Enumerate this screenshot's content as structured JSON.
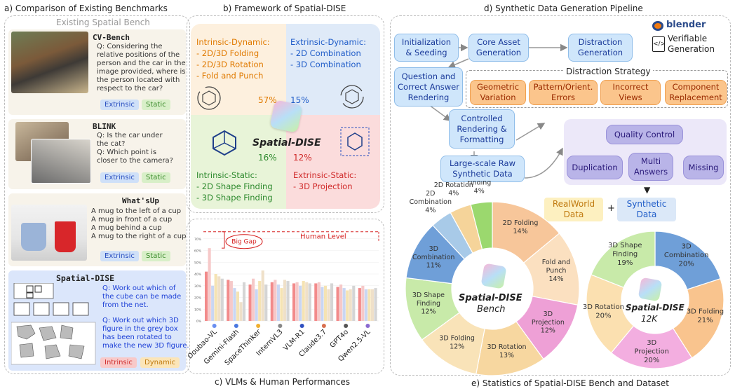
{
  "panel_a": {
    "title": "a) Comparison of Existing Benchmarks",
    "subtitle": "Existing Spatial Bench",
    "items": [
      {
        "name": "CV-Bench",
        "lines": [
          "Q: Considering the",
          "relative positions of the",
          "person and the car in the",
          "image provided, where is",
          "the person located with",
          "respect to the car?"
        ],
        "tags": [
          "Extrinsic",
          "Static"
        ]
      },
      {
        "name": "BLINK",
        "lines": [
          "Q: Is the car under",
          "the cat?",
          "Q: Which point is",
          "closer to the camera?"
        ],
        "tags": [
          "Extrinsic",
          "Static"
        ]
      },
      {
        "name": "What'sUp",
        "lines": [
          "A mug to the left of a cup",
          "A mug in front of a cup",
          "A mug behind a cup",
          "A mug to the right of a cup"
        ],
        "tags": [
          "Extrinsic",
          "Static"
        ]
      },
      {
        "name": "Spatial-DISE",
        "lines": [
          "Q: Work out which of",
          "the cube can be made",
          "from the net.",
          "",
          "Q: Work out which 3D",
          "figure in the grey box",
          "has been rotated to",
          "make the new 3D figure."
        ],
        "tags": [
          "Intrinsic",
          "Dynamic"
        ]
      }
    ]
  },
  "panel_b": {
    "title": "b) Framework of Spatial-DISE",
    "center": "Spatial-DISE",
    "quadrants": [
      {
        "title": "Intrinsic-Dynamic:",
        "items": [
          "- 2D/3D Folding",
          "- 2D/3D Rotation",
          "- Fold and Punch"
        ],
        "pct": "57%"
      },
      {
        "title": "Extrinsic-Dynamic:",
        "items": [
          "- 2D Combination",
          "- 3D Combination"
        ],
        "pct": "15%"
      },
      {
        "title": "Intrinsic-Static:",
        "items": [
          "- 2D Shape Finding",
          "- 3D Shape Finding"
        ],
        "pct": "16%"
      },
      {
        "title": "Extrinsic-Static:",
        "items": [
          "- 3D Projection"
        ],
        "pct": "12%"
      }
    ]
  },
  "panel_c": {
    "title": "c) VLMs & Human Performances",
    "human": "Human Level",
    "gap": "Big Gap",
    "yticks": [
      "70%",
      "60%",
      "50%",
      "40%",
      "30%",
      "20%",
      "10%",
      "0%"
    ]
  },
  "chart_data": {
    "type": "bar",
    "categories": [
      "Doubao-VL",
      "Gemini-Flash",
      "SpaceThinker",
      "InternVL3",
      "VLM-R1",
      "Claude3.7",
      "GPT4o",
      "Qwen2.5-VL"
    ],
    "ylim": [
      0,
      80
    ],
    "human_level": 76,
    "series": [
      {
        "values": [
          42,
          35,
          31,
          33,
          32,
          32,
          29,
          28
        ],
        "color": "#f28b8b"
      },
      {
        "values": [
          62,
          34,
          36,
          35,
          33,
          33,
          31,
          30
        ],
        "color": "#f6c9c9"
      },
      {
        "values": [
          30,
          28,
          27,
          31,
          30,
          29,
          28,
          27
        ],
        "color": "#c9d6f3"
      },
      {
        "values": [
          40,
          25,
          34,
          28,
          34,
          30,
          26,
          27
        ],
        "color": "#f5e3b3"
      },
      {
        "values": [
          38,
          16,
          43,
          35,
          33,
          27,
          27,
          27
        ],
        "color": "#efe0c9"
      },
      {
        "values": [
          36,
          33,
          31,
          34,
          32,
          32,
          30,
          28
        ],
        "color": "#d5d5d5"
      }
    ]
  },
  "panel_d": {
    "title": "d) Synthetic Data Generation Pipeline",
    "blender": "blender",
    "verifiable": [
      "Verifiable",
      "Generation"
    ],
    "nodes": {
      "init": [
        "Initialization",
        "& Seeding"
      ],
      "core": [
        "Core Asset",
        "Generation"
      ],
      "distraction": [
        "Distraction",
        "Generation"
      ],
      "question": [
        "Question and",
        "Correct Answer",
        "Rendering"
      ],
      "controlled": [
        "Controlled",
        "Rendering &",
        "Formatting"
      ],
      "raw": [
        "Large-scale Raw",
        "Synthetic Data"
      ]
    },
    "strategy_title": "Distraction Strategy",
    "strategies": [
      [
        "Geometric",
        "Variation"
      ],
      [
        "Pattern/Orient.",
        "Errors"
      ],
      [
        "Incorrect",
        "Views"
      ],
      [
        "Component",
        "Replacement"
      ]
    ],
    "qc_title": "Quality Control",
    "qc_items": [
      "Duplication",
      [
        "Multi",
        "Answers"
      ],
      "Missing"
    ]
  },
  "panel_e": {
    "title": "e) Statistics of Spatial-DISE Bench and Dataset",
    "realworld": [
      "RealWorld",
      "Data"
    ],
    "plus": "+",
    "synthetic": [
      "Synthetic",
      "Data"
    ],
    "bench_center": [
      "Spatial-DISE",
      "Bench"
    ],
    "data_center": [
      "Spatial-DISE",
      "12K"
    ],
    "bench_pie": [
      {
        "label": "2D Folding",
        "pct": "14%",
        "value": 14,
        "color": "#f7c69a"
      },
      {
        "label": "Fold and Punch",
        "pct": "14%",
        "value": 14,
        "color": "#fbe0c0"
      },
      {
        "label": "3D Projection",
        "pct": "12%",
        "value": 12,
        "color": "#eea0d6"
      },
      {
        "label": "3D Rotation",
        "pct": "13%",
        "value": 13,
        "color": "#f7d7a0"
      },
      {
        "label": "3D Folding",
        "pct": "12%",
        "value": 12,
        "color": "#f9e3b8"
      },
      {
        "label": "3D Shape Finding",
        "pct": "12%",
        "value": 12,
        "color": "#c8eaa9"
      },
      {
        "label": "3D Combination",
        "pct": "11%",
        "value": 11,
        "color": "#6f9fd8"
      },
      {
        "label": "2D Combination",
        "pct": "4%",
        "value": 4,
        "color": "#a8cae8"
      },
      {
        "label": "2D Rotation",
        "pct": "4%",
        "value": 4,
        "color": "#f5d49a"
      },
      {
        "label": "2D Shape Finding",
        "pct": "4%",
        "value": 4,
        "color": "#9bd86e"
      }
    ],
    "data_pie": [
      {
        "label": "3D Combination",
        "pct": "20%",
        "value": 20,
        "color": "#6f9fd8"
      },
      {
        "label": "3D Folding",
        "pct": "21%",
        "value": 21,
        "color": "#f9c48e"
      },
      {
        "label": "3D Projection",
        "pct": "20%",
        "value": 20,
        "color": "#f3aee0"
      },
      {
        "label": "3D Rotation",
        "pct": "20%",
        "value": 20,
        "color": "#fbe0b0"
      },
      {
        "label": "3D Shape Finding",
        "pct": "19%",
        "value": 19,
        "color": "#c8eaa9"
      }
    ]
  }
}
